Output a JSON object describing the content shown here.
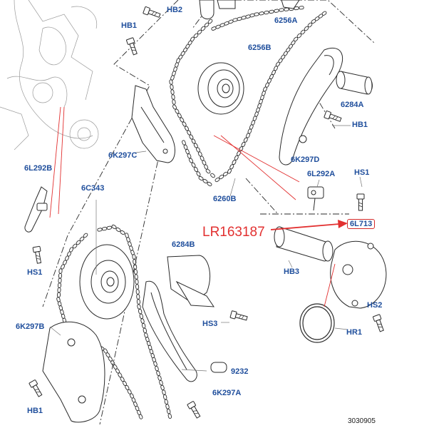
{
  "diagram": {
    "part_number_annotation": "LR163187",
    "highlighted_callout": "6L713",
    "figure_reference": "3030905",
    "callouts": {
      "hb2": "HB2",
      "hb1_top": "HB1",
      "c6256a": "6256A",
      "c6256b": "6256B",
      "c6284a": "6284A",
      "hb1_right": "HB1",
      "c6k297c": "6K297C",
      "c6k297d": "6K297D",
      "c6l292b": "6L292B",
      "c6l292a": "6L292A",
      "hs1_right": "HS1",
      "c6c343": "6C343",
      "c6260b": "6260B",
      "hs1_left": "HS1",
      "c6284b": "6284B",
      "hb3": "HB3",
      "hs2": "HS2",
      "hr1": "HR1",
      "c6k297b": "6K297B",
      "hs3": "HS3",
      "c9232": "9232",
      "c6k297a": "6K297A",
      "hb1_bottom": "HB1"
    },
    "colors": {
      "callout": "#1f4e9c",
      "annotation": "#e23030",
      "linework": "#2a2a2a"
    },
    "icons": [
      "timing-chain",
      "sprocket",
      "chain-tensioner",
      "chain-guide",
      "bolt",
      "camshaft-phaser",
      "o-ring"
    ]
  }
}
